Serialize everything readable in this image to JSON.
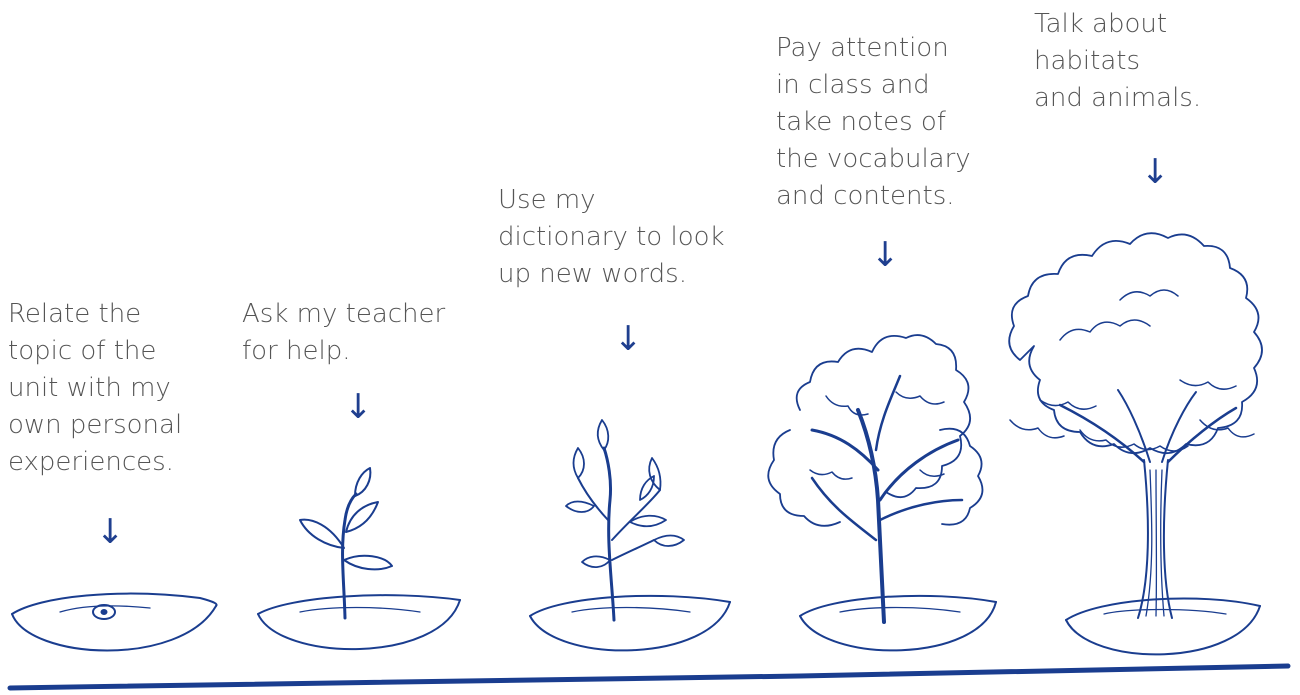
{
  "stages": [
    {
      "id": "seed",
      "text": "Relate the\ntopic of the\nunit with my\nown personal\nexperiences."
    },
    {
      "id": "sprout",
      "text": "Ask my teacher\nfor help."
    },
    {
      "id": "sapling",
      "text": "Use my\ndictionary to look\nup new words."
    },
    {
      "id": "young-tree",
      "text": "Pay attention\nin class and\ntake notes of\nthe vocabulary\nand contents."
    },
    {
      "id": "big-tree",
      "text": "Talk about\nhabitats\nand animals."
    }
  ],
  "arrow_glyph": "↓",
  "colors": {
    "ink": "#1a3d8f",
    "text": "#555555",
    "background": "#ffffff"
  }
}
